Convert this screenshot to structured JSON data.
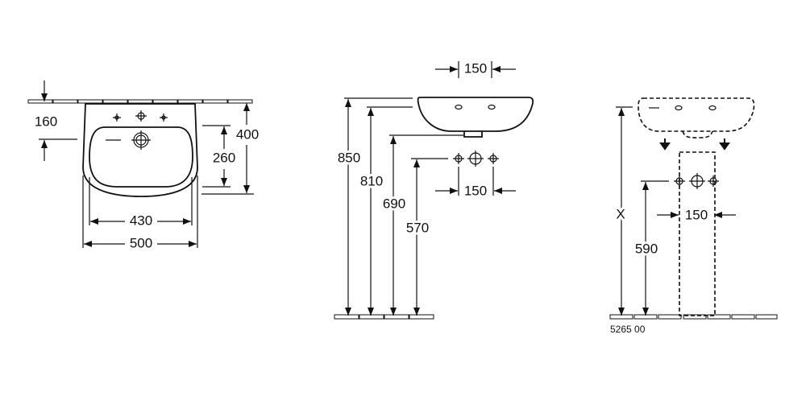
{
  "front_view": {
    "dim_top_to_tap": "160",
    "dim_height": "400",
    "dim_bowl_depth": "260",
    "dim_inner_width": "430",
    "dim_width": "500"
  },
  "side_view": {
    "dim_tap_spacing_top": "150",
    "dim_850": "850",
    "dim_810": "810",
    "dim_690": "690",
    "dim_570": "570",
    "dim_connection_spacing": "150"
  },
  "pedestal_view": {
    "dim_x": "X",
    "dim_590": "590",
    "dim_connection_spacing": "150",
    "article_number": "5265 00"
  }
}
